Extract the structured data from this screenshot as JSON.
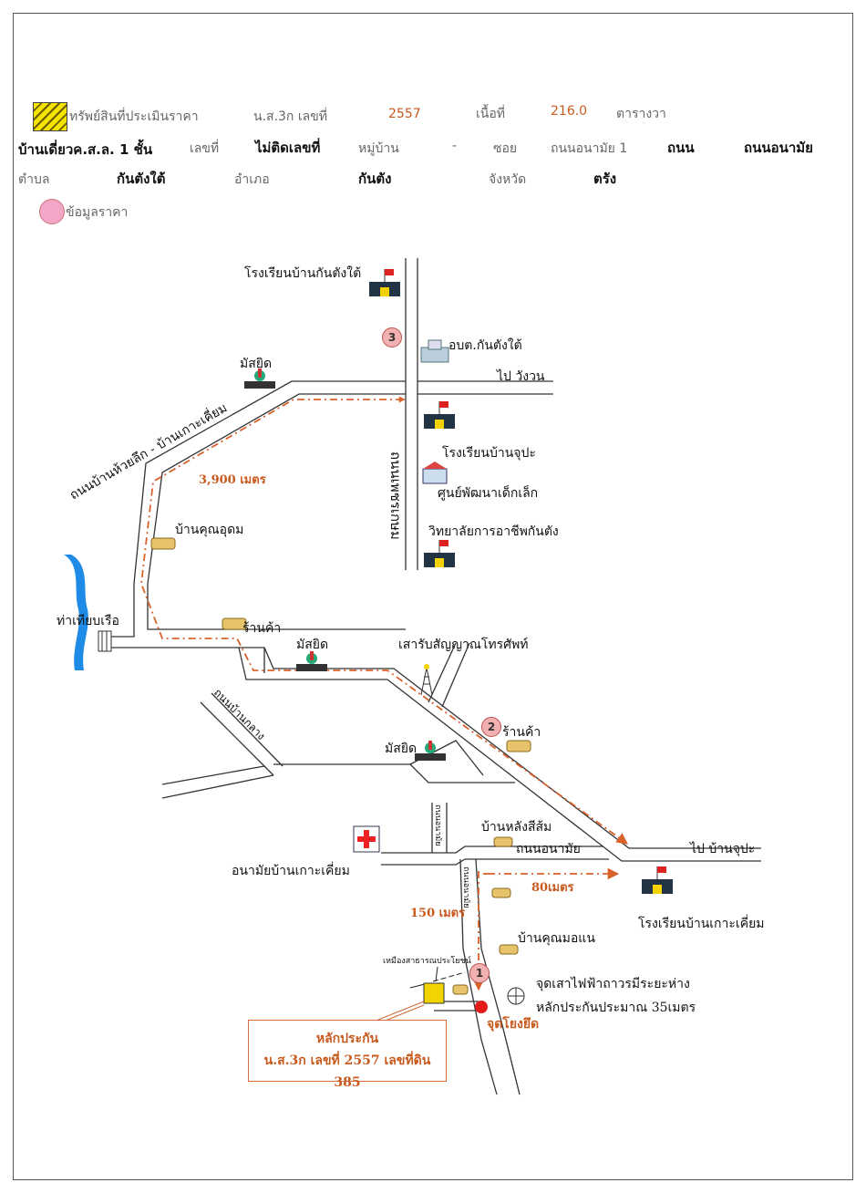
{
  "header": {
    "legend_property": "ทรัพย์สินที่ประเมินราคา",
    "deed_type": "น.ส.3ก เลขที่",
    "deed_number": "2557",
    "area_label": "เนื้อที่",
    "area_value": "216.0",
    "area_unit": "ตารางวา",
    "building": "บ้านเดี่ยวค.ส.ล. 1 ชั้น",
    "no_label": "เลขที่",
    "no_value": "ไม่ติดเลขที่",
    "village_label": "หมู่บ้าน",
    "village_value": "-",
    "soi_label": "ซอย",
    "soi_value": "ถนนอนามัย 1",
    "road_label": "ถนน",
    "road_value": "ถนนอนามัย",
    "tambon_label": "ตำบล",
    "tambon_value": "กันตังใต้",
    "amphoe_label": "อำเภอ",
    "amphoe_value": "กันตัง",
    "province_label": "จังหวัด",
    "province_value": "ตรัง",
    "legend_price": "ข้อมูลราคา"
  },
  "map": {
    "school_kantangtai": "โรงเรียนบ้านกันตังใต้",
    "obt": "อบต.กันตังใต้",
    "to_wangwon": "ไป วังวน",
    "mosque1": "มัสยิด",
    "road_huaylek": "ถนนบ้านห้วยลึก - บ้านเกาะเคี่ยม",
    "school_jupa": "โรงเรียนบ้านจุปะ",
    "child_center": "ศูนย์พัฒนาเด็กเล็ก",
    "college": "วิทยาลัยการอาชีพกันตัง",
    "road_vertical": "ถนนเพชรเกษม",
    "dist_3900": "3,900 เมตร",
    "house_udom": "บ้านคุณอุดม",
    "pier": "ท่าเทียบเรือ",
    "shop1": "ร้านค้า",
    "mosque2": "มัสยิด",
    "tower": "เสารับสัญญาณโทรศัพท์",
    "road_banklang": "ถนนบ้านกลาง",
    "shop2": "ร้านค้า",
    "mosque3": "มัสยิด",
    "road_small": "ถนนอนามัย",
    "house_orange": "บ้านหลังสีส้ม",
    "road_anamai": "ถนนอนามัย",
    "to_jupa": "ไป บ้านจุปะ",
    "health_center": "อนามัยบ้านเกาะเคี่ยม",
    "dist_80": "80เมตร",
    "school_kohkiam": "โรงเรียนบ้านเกาะเคี่ยม",
    "dist_150": "150 เมตร",
    "road_anamai1": "ถนนอนามัย",
    "house_mohan": "บ้านคุณมอแน",
    "public_land": "เหมืองสาธารณประโยชน์",
    "pole_note_1": "จุดเสาไฟฟ้าถาวรมีระยะห่าง",
    "pole_note_2": "หลักประกันประมาณ 35เมตร",
    "ref_point": "จุดโยงยึด",
    "collateral_title": "หลักประกัน",
    "collateral_detail": "น.ส.3ก เลขที่ 2557 เลขที่ดิน 385",
    "markers": [
      "1",
      "2",
      "3"
    ]
  },
  "colors": {
    "route": "#d9622b",
    "water": "#1e8ce6",
    "marker": "#f3b0b0",
    "reference": "#e21b1b"
  }
}
